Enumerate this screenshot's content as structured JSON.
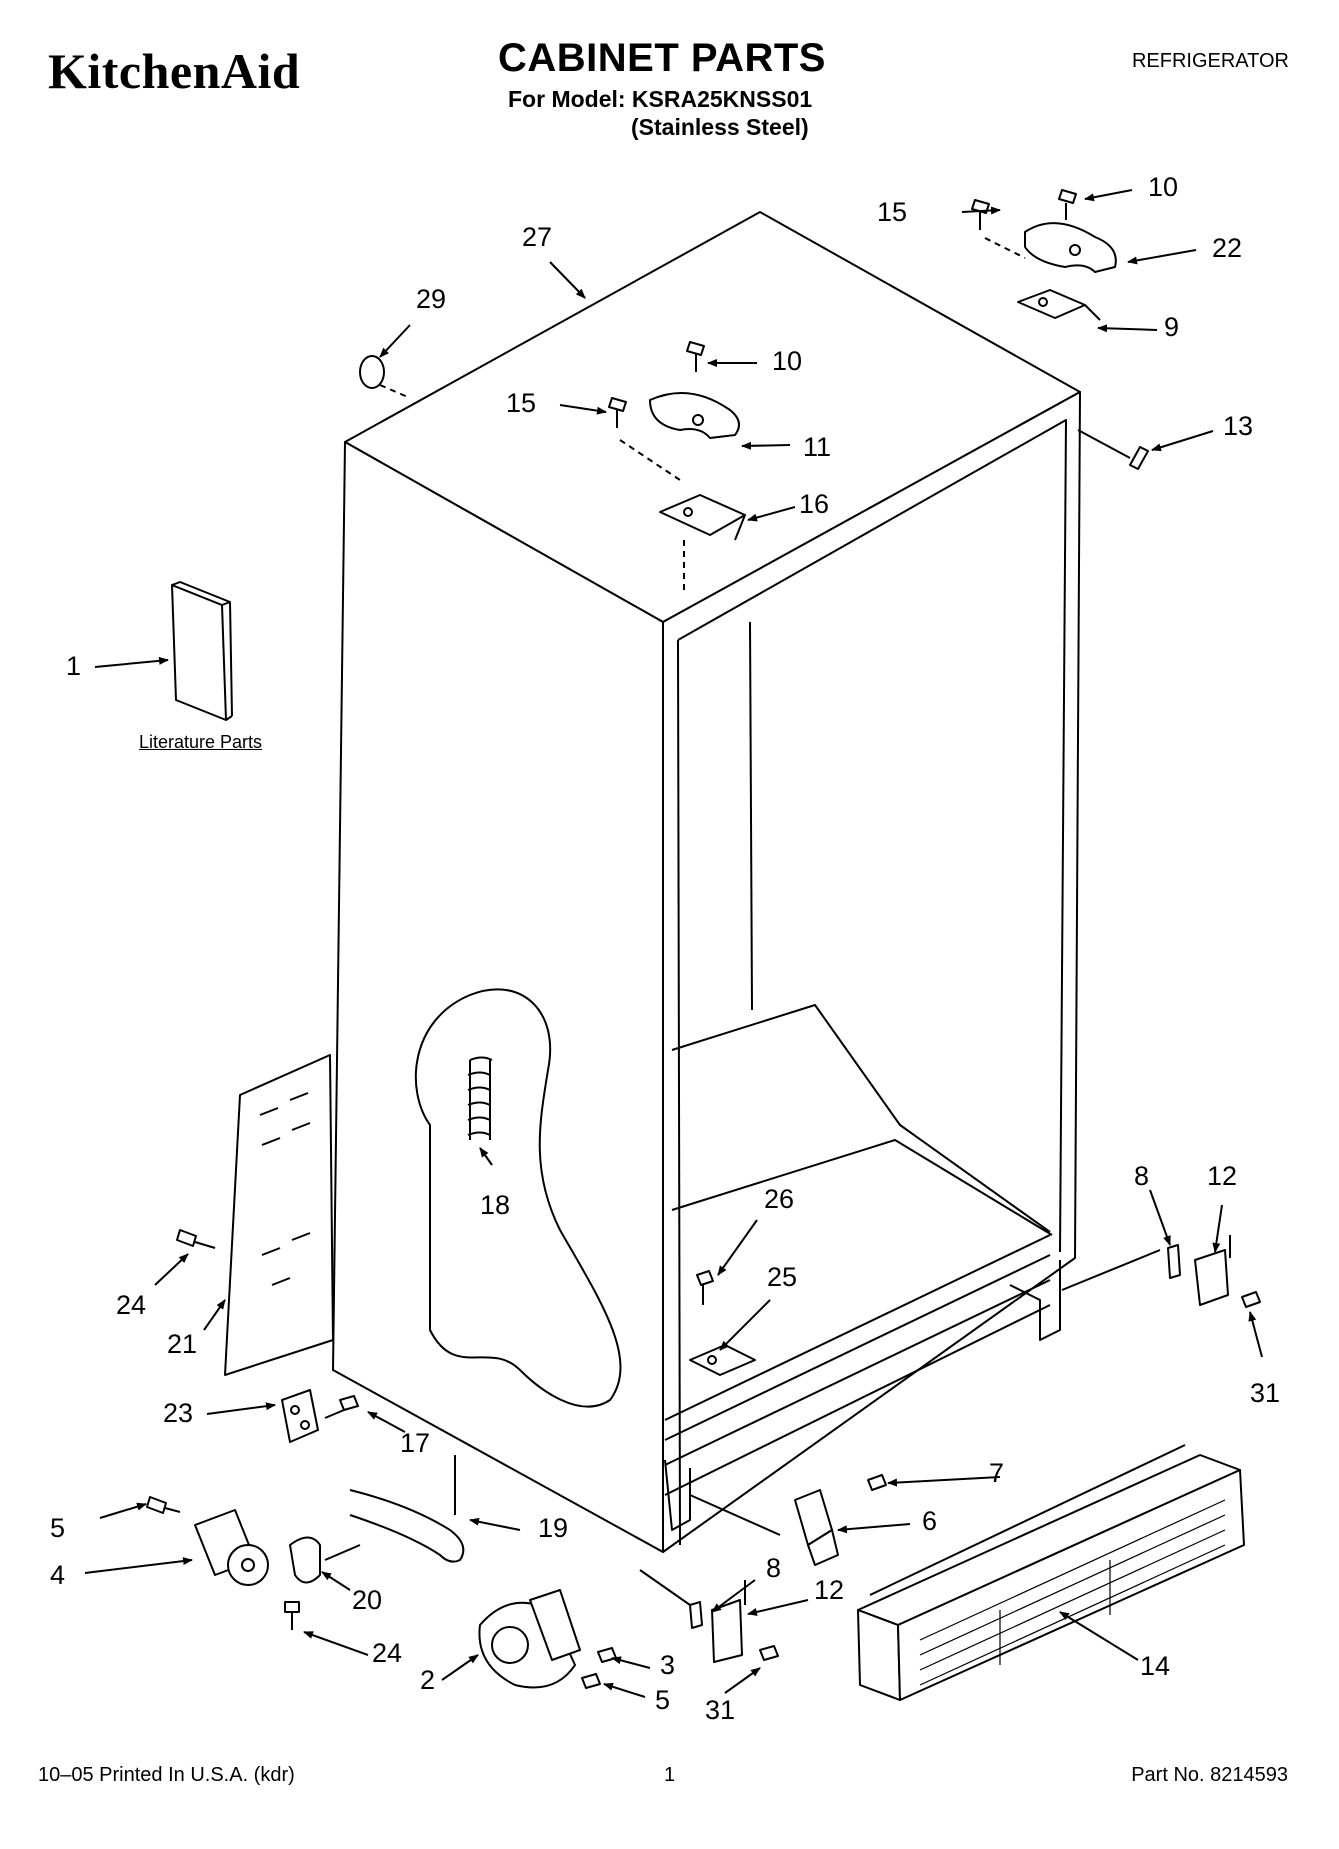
{
  "header": {
    "brand": "KitchenAid",
    "title": "CABINET PARTS",
    "model_line": "For Model: KSRA25KNSS01",
    "variant": "(Stainless Steel)",
    "category": "REFRIGERATOR"
  },
  "literature_label": "Literature Parts",
  "callouts": [
    {
      "id": "c1",
      "text": "1"
    },
    {
      "id": "c2",
      "text": "2"
    },
    {
      "id": "c3",
      "text": "3"
    },
    {
      "id": "c4",
      "text": "4"
    },
    {
      "id": "c5a",
      "text": "5"
    },
    {
      "id": "c5b",
      "text": "5"
    },
    {
      "id": "c6",
      "text": "6"
    },
    {
      "id": "c7",
      "text": "7"
    },
    {
      "id": "c8a",
      "text": "8"
    },
    {
      "id": "c8b",
      "text": "8"
    },
    {
      "id": "c9",
      "text": "9"
    },
    {
      "id": "c10a",
      "text": "10"
    },
    {
      "id": "c10b",
      "text": "10"
    },
    {
      "id": "c11",
      "text": "11"
    },
    {
      "id": "c12a",
      "text": "12"
    },
    {
      "id": "c12b",
      "text": "12"
    },
    {
      "id": "c13",
      "text": "13"
    },
    {
      "id": "c14",
      "text": "14"
    },
    {
      "id": "c15a",
      "text": "15"
    },
    {
      "id": "c15b",
      "text": "15"
    },
    {
      "id": "c16",
      "text": "16"
    },
    {
      "id": "c17",
      "text": "17"
    },
    {
      "id": "c18",
      "text": "18"
    },
    {
      "id": "c19",
      "text": "19"
    },
    {
      "id": "c20",
      "text": "20"
    },
    {
      "id": "c21",
      "text": "21"
    },
    {
      "id": "c22",
      "text": "22"
    },
    {
      "id": "c23",
      "text": "23"
    },
    {
      "id": "c24a",
      "text": "24"
    },
    {
      "id": "c24b",
      "text": "24"
    },
    {
      "id": "c25",
      "text": "25"
    },
    {
      "id": "c26",
      "text": "26"
    },
    {
      "id": "c27",
      "text": "27"
    },
    {
      "id": "c29",
      "text": "29"
    },
    {
      "id": "c31a",
      "text": "31"
    },
    {
      "id": "c31b",
      "text": "31"
    }
  ],
  "footer": {
    "left": "10–05 Printed In U.S.A. (kdr)",
    "center": "1",
    "right": "Part No. 8214593"
  }
}
